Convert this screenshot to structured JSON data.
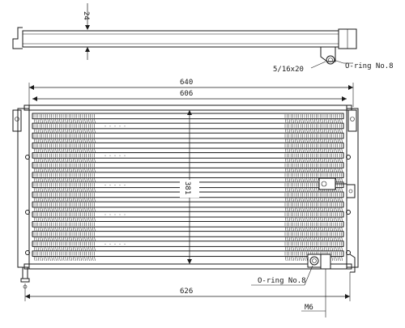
{
  "drawing": {
    "dimensions": {
      "top_thickness": "24",
      "overall_width": "640",
      "core_width": "606",
      "core_height": "381",
      "mount_width": "626"
    },
    "callouts": {
      "fitting_top": "5/16x20",
      "oring_top": "O-ring No.8",
      "oring_bottom": "O-ring No.8",
      "thread_bottom": "M6"
    }
  }
}
